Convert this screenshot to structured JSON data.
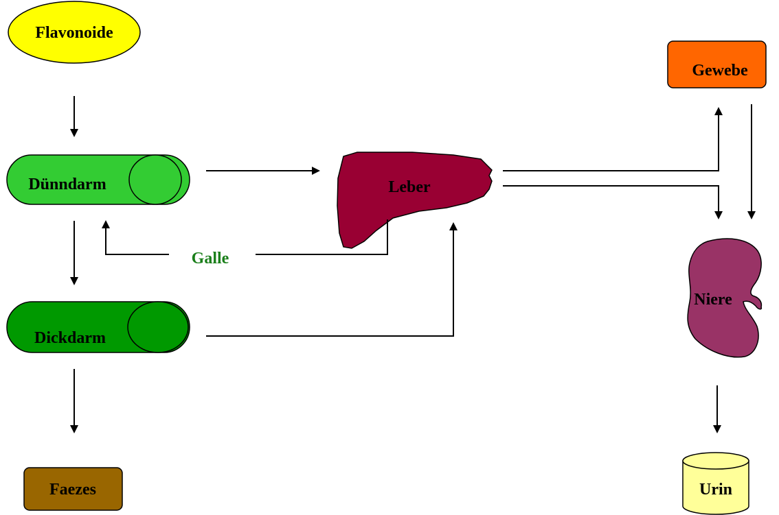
{
  "nodes": {
    "flavonoide": "Flavonoide",
    "duenndarm": "Dünndarm",
    "dickdarm": "Dickdarm",
    "faezes": "Faezes",
    "leber": "Leber",
    "gewebe": "Gewebe",
    "niere": "Niere",
    "urin": "Urin"
  },
  "edge_labels": {
    "galle": "Galle"
  },
  "colors": {
    "flavonoide": "#ffff00",
    "duenndarm": "#33cc33",
    "dickdarm": "#009900",
    "faezes": "#996600",
    "leber": "#990033",
    "gewebe": "#ff6600",
    "niere": "#993366",
    "urin": "#ffff99",
    "galle_text": "#1b7f1b"
  }
}
